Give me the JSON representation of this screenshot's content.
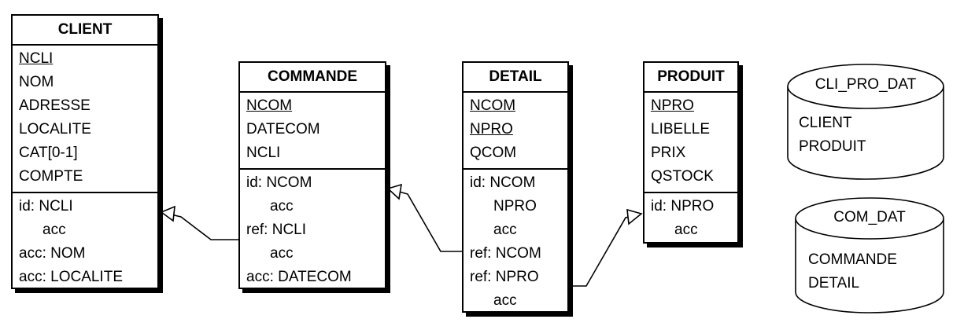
{
  "entities": {
    "client": {
      "title": "CLIENT",
      "attributes": [
        {
          "label": "NCLI",
          "key": true
        },
        {
          "label": "NOM",
          "key": false
        },
        {
          "label": "ADRESSE",
          "key": false
        },
        {
          "label": "LOCALITE",
          "key": false
        },
        {
          "label": "CAT[0-1]",
          "key": false
        },
        {
          "label": "COMPTE",
          "key": false
        }
      ],
      "constraints": [
        {
          "label": "id: NCLI",
          "sub": false
        },
        {
          "label": "acc",
          "sub": true
        },
        {
          "label": "acc: NOM",
          "sub": false
        },
        {
          "label": "acc: LOCALITE",
          "sub": false
        }
      ]
    },
    "commande": {
      "title": "COMMANDE",
      "attributes": [
        {
          "label": "NCOM",
          "key": true
        },
        {
          "label": "DATECOM",
          "key": false
        },
        {
          "label": "NCLI",
          "key": false
        }
      ],
      "constraints": [
        {
          "label": "id: NCOM",
          "sub": false
        },
        {
          "label": "acc",
          "sub": true
        },
        {
          "label": "ref: NCLI",
          "sub": false
        },
        {
          "label": "acc",
          "sub": true
        },
        {
          "label": "acc: DATECOM",
          "sub": false
        }
      ]
    },
    "detail": {
      "title": "DETAIL",
      "attributes": [
        {
          "label": "NCOM",
          "key": true
        },
        {
          "label": "NPRO",
          "key": true
        },
        {
          "label": "QCOM",
          "key": false
        }
      ],
      "constraints": [
        {
          "label": "id: NCOM",
          "sub": false
        },
        {
          "label": "NPRO",
          "sub": true
        },
        {
          "label": "acc",
          "sub": true
        },
        {
          "label": "ref: NCOM",
          "sub": false
        },
        {
          "label": "ref: NPRO",
          "sub": false
        },
        {
          "label": "acc",
          "sub": true
        }
      ]
    },
    "produit": {
      "title": "PRODUIT",
      "attributes": [
        {
          "label": "NPRO",
          "key": true
        },
        {
          "label": "LIBELLE",
          "key": false
        },
        {
          "label": "PRIX",
          "key": false
        },
        {
          "label": "QSTOCK",
          "key": false
        }
      ],
      "constraints": [
        {
          "label": "id: NPRO",
          "sub": false
        },
        {
          "label": "acc",
          "sub": true
        }
      ]
    }
  },
  "files": {
    "cli_pro_dat": {
      "name": "CLI_PRO_DAT",
      "items": [
        "CLIENT",
        "PRODUIT"
      ]
    },
    "com_dat": {
      "name": "COM_DAT",
      "items": [
        "COMMANDE",
        "DETAIL"
      ]
    }
  }
}
